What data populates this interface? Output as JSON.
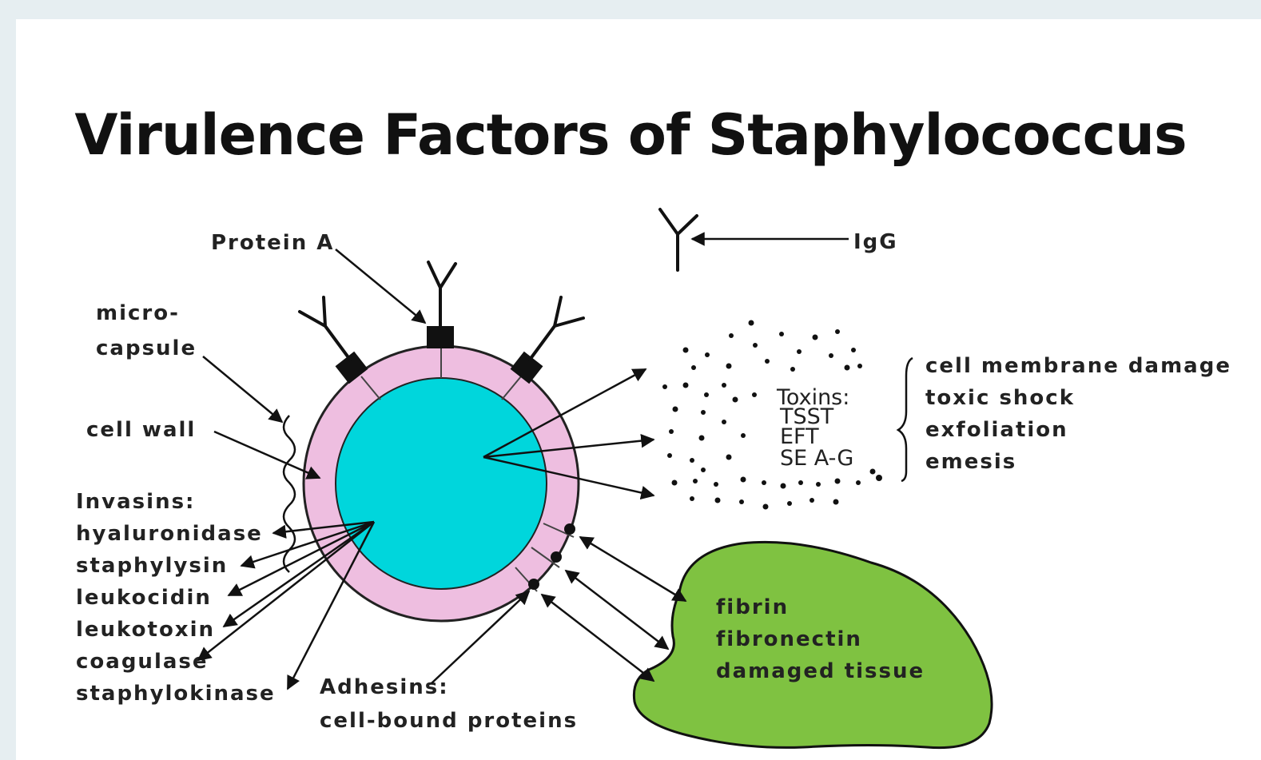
{
  "title": "Virulence Factors of Staphylococcus",
  "labels": {
    "protein_a": "Protein A",
    "igg": "IgG",
    "microcapsule_line1": "micro-",
    "microcapsule_line2": "capsule",
    "cell_wall": "cell wall",
    "invasins_heading": "Invasins:",
    "invasins": [
      "hyaluronidase",
      "staphylysin",
      "leukocidin",
      "leukotoxin",
      "coagulase",
      "staphylokinase"
    ],
    "adhesins_line1": "Adhesins:",
    "adhesins_line2": "cell-bound proteins",
    "toxins_heading": "Toxins:",
    "toxins": [
      "TSST",
      "EFT",
      "SE A-G"
    ],
    "toxin_effects": [
      "cell membrane damage",
      "toxic shock",
      "exfoliation",
      "emesis"
    ],
    "tissue": [
      "fibrin",
      "fibronectin",
      "damaged tissue"
    ]
  },
  "colors": {
    "cytoplasm": "#00d6dc",
    "cell_wall": "#eebee0",
    "tissue": "#7fc241",
    "background": "#e6eef1"
  }
}
